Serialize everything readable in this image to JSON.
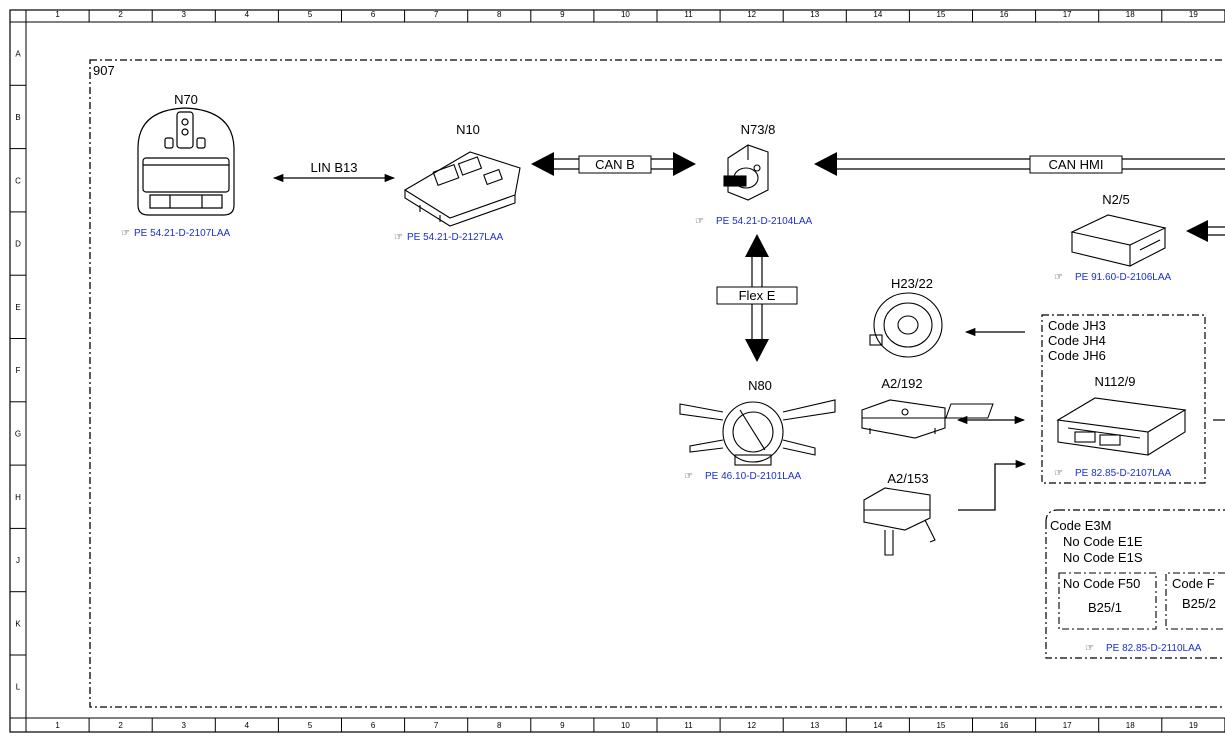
{
  "frame_id": "907",
  "grid": {
    "columns": [
      "1",
      "2",
      "3",
      "4",
      "5",
      "6",
      "7",
      "8",
      "9",
      "10",
      "11",
      "12",
      "13",
      "14",
      "15",
      "16",
      "17",
      "18",
      "19"
    ],
    "rows": [
      "A",
      "B",
      "C",
      "D",
      "E",
      "F",
      "G",
      "H",
      "J",
      "K",
      "L"
    ]
  },
  "components": {
    "n70": {
      "label": "N70",
      "ref": "PE 54.21-D-2107LAA"
    },
    "n10": {
      "label": "N10",
      "ref": "PE 54.21-D-2127LAA"
    },
    "n73_8": {
      "label": "N73/8",
      "ref": "PE 54.21-D-2104LAA"
    },
    "n2_5": {
      "label": "N2/5",
      "ref": "PE 91.60-D-2106LAA"
    },
    "h23_22": {
      "label": "H23/22"
    },
    "n80": {
      "label": "N80",
      "ref": "PE 46.10-D-2101LAA"
    },
    "a2_192": {
      "label": "A2/192"
    },
    "a2_153": {
      "label": "A2/153"
    },
    "n112_9": {
      "label": "N112/9",
      "ref": "PE 82.85-D-2107LAA"
    }
  },
  "buses": {
    "lin": "LIN B13",
    "can_b": "CAN B",
    "can_hmi": "CAN HMI",
    "flex_e": "Flex E"
  },
  "code_box_1": {
    "line1": "Code JH3",
    "line2": "Code JH4",
    "line3": "Code JH6"
  },
  "code_box_2": {
    "line1": "Code E3M",
    "line2": "No Code E1E",
    "line3": "No Code E1S",
    "sub1_title": "No Code F50",
    "sub1_item": "B25/1",
    "sub2_title": "Code F",
    "sub2_item": "B25/2",
    "ref": "PE 82.85-D-2110LAA"
  }
}
